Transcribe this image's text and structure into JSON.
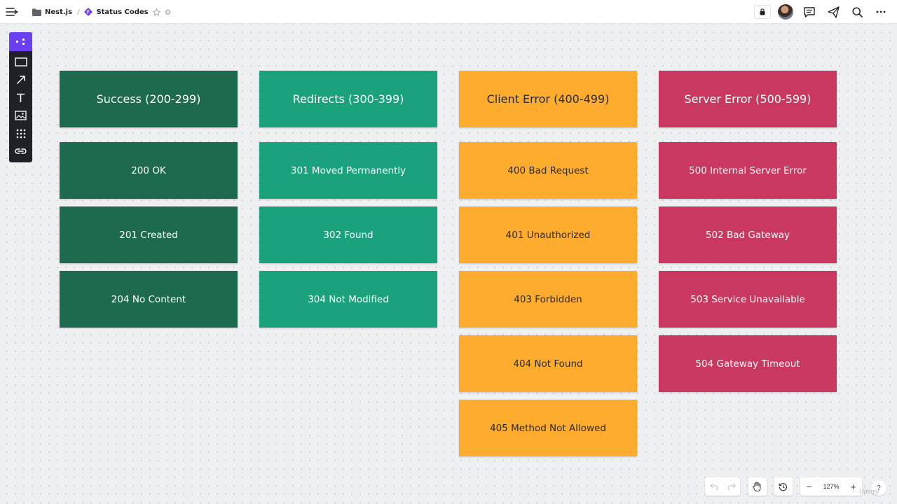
{
  "header": {
    "breadcrumb": {
      "folder": "Nest.js",
      "separator": "/",
      "board": "Status Codes"
    }
  },
  "board": {
    "columns": [
      {
        "title": "Success (200-299)",
        "color": "#1e6a4f",
        "items": [
          "200 OK",
          "201 Created",
          "204 No Content"
        ]
      },
      {
        "title": "Redirects (300-399)",
        "color": "#1aa27c",
        "items": [
          "301 Moved Permanently",
          "302 Found",
          "304 Not Modified"
        ]
      },
      {
        "title": "Client Error (400-499)",
        "color": "#fdac2e",
        "items": [
          "400 Bad Request",
          "401 Unauthorized",
          "403 Forbidden",
          "404 Not Found",
          "405 Method Not Allowed"
        ]
      },
      {
        "title": "Server Error (500-599)",
        "color": "#c9395f",
        "items": [
          "500 Internal Server Error",
          "502 Bad Gateway",
          "503 Service Unavailable",
          "504 Gateway Timeout"
        ]
      }
    ]
  },
  "toolbar": {
    "tools": [
      "frames-icon",
      "rectangle-icon",
      "arrow-icon",
      "text-icon",
      "image-icon",
      "grid-icon",
      "link-icon"
    ],
    "accent": "#6c3ef2"
  },
  "controls": {
    "zoom": "127%",
    "zoom_out": "−",
    "zoom_in": "+",
    "help": "?"
  },
  "watermark": "Udemy"
}
